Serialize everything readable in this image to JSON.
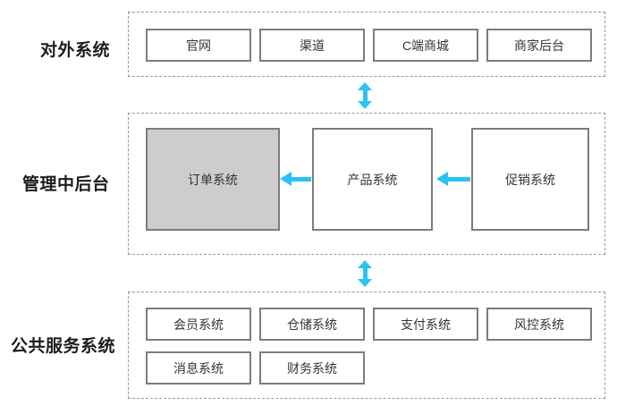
{
  "diagram": {
    "type": "system-architecture",
    "colors": {
      "accent_cyan": "#29c3f4",
      "node_border": "#7c7c7c",
      "node_highlight_fill": "#cdcdcd",
      "dashed_group_border": "#999999",
      "node_text": "#333333",
      "label_text": "#1c1c1c",
      "background": "#ffffff"
    }
  },
  "sections": {
    "external": {
      "label": "对外系统",
      "items": [
        {
          "label": "官网"
        },
        {
          "label": "渠道"
        },
        {
          "label": "C端商城"
        },
        {
          "label": "商家后台"
        }
      ]
    },
    "midoffice": {
      "label": "管理中后台",
      "items": [
        {
          "label": "订单系统",
          "highlighted": true
        },
        {
          "label": "产品系统",
          "highlighted": false
        },
        {
          "label": "促销系统",
          "highlighted": false
        }
      ],
      "flows": [
        {
          "from": "产品系统",
          "to": "订单系统",
          "direction": "left"
        },
        {
          "from": "促销系统",
          "to": "产品系统",
          "direction": "left"
        }
      ]
    },
    "public": {
      "label": "公共服务系统",
      "items": [
        {
          "label": "会员系统"
        },
        {
          "label": "仓储系统"
        },
        {
          "label": "支付系统"
        },
        {
          "label": "风控系统"
        },
        {
          "label": "消息系统"
        },
        {
          "label": "财务系统"
        }
      ]
    }
  },
  "connections": [
    {
      "between": [
        "对外系统",
        "管理中后台"
      ],
      "type": "bidirectional"
    },
    {
      "between": [
        "管理中后台",
        "公共服务系统"
      ],
      "type": "bidirectional"
    }
  ]
}
